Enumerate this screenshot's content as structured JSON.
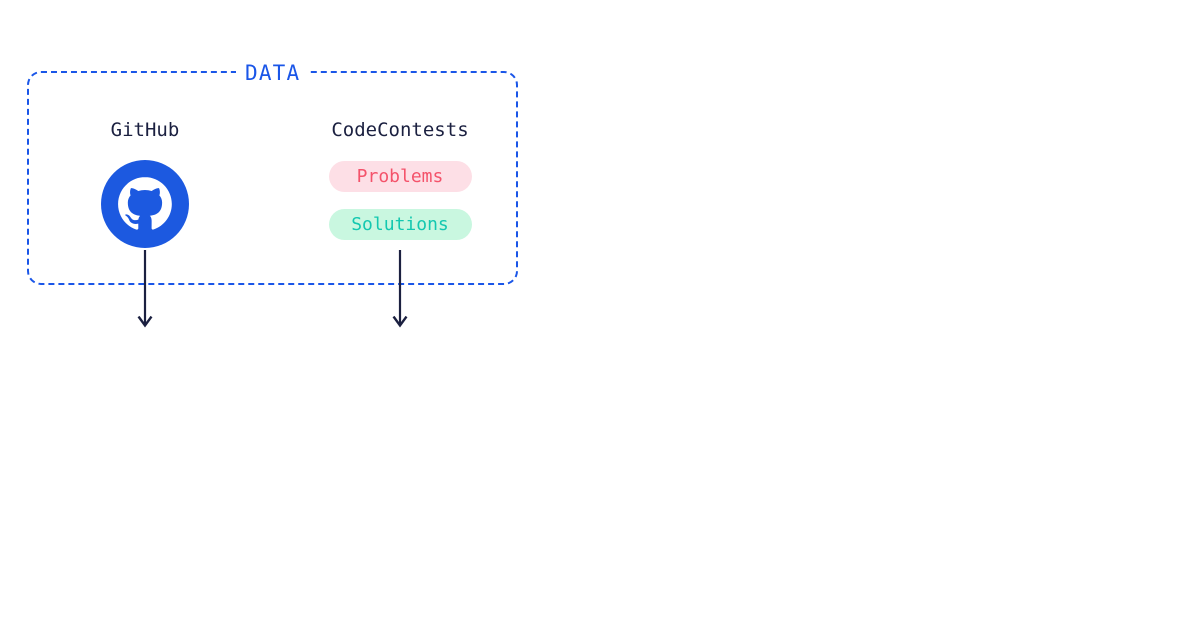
{
  "diagram": {
    "background_color": "#ffffff",
    "group": {
      "label": "DATA",
      "border_color": "#1a56e8",
      "border_style": "dashed"
    },
    "columns": [
      {
        "id": "github",
        "title": "GitHub",
        "title_color": "#1b2040",
        "icon": "github-octocat-icon",
        "icon_color": "#1c59e0",
        "items": []
      },
      {
        "id": "codecontests",
        "title": "CodeContests",
        "title_color": "#1b2040",
        "items": [
          {
            "label": "Problems",
            "background_color": "#fddfe6",
            "text_color": "#f4536b"
          },
          {
            "label": "Solutions",
            "background_color": "#c9f7e0",
            "text_color": "#14c8b0"
          }
        ]
      }
    ],
    "arrows": [
      {
        "id": "github-arrow",
        "color": "#1b2040",
        "direction": "down"
      },
      {
        "id": "codecontests-arrow",
        "color": "#1b2040",
        "direction": "down"
      }
    ]
  }
}
